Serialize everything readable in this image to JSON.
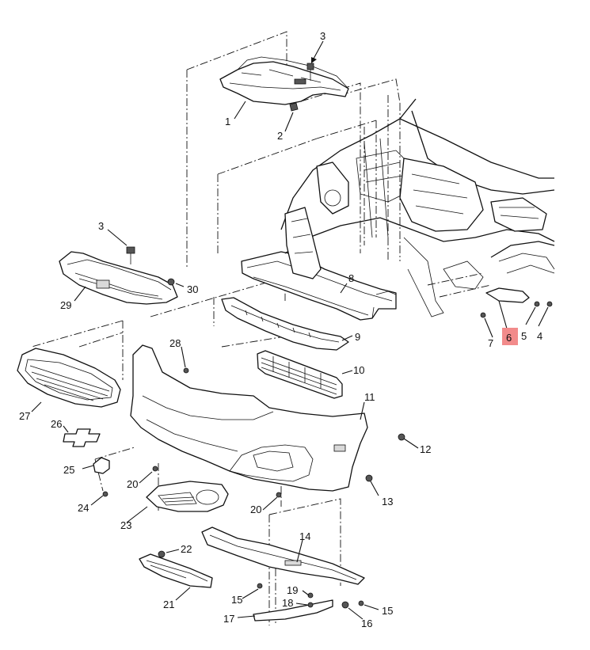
{
  "labels": {
    "p1": "1",
    "p2": "2",
    "p3a": "3",
    "p3b": "3",
    "p4": "4",
    "p5": "5",
    "p6": "6",
    "p7": "7",
    "p8": "8",
    "p9": "9",
    "p10": "10",
    "p11": "11",
    "p12": "12",
    "p13": "13",
    "p14": "14",
    "p15a": "15",
    "p15b": "15",
    "p16": "16",
    "p17": "17",
    "p18": "18",
    "p19": "19",
    "p20a": "20",
    "p20b": "20",
    "p21": "21",
    "p22": "22",
    "p23": "23",
    "p24": "24",
    "p25": "25",
    "p26": "26",
    "p27": "27",
    "p28": "28",
    "p29": "29",
    "p30": "30"
  },
  "highlight": {
    "part": "6",
    "color": "#f28b8b"
  }
}
